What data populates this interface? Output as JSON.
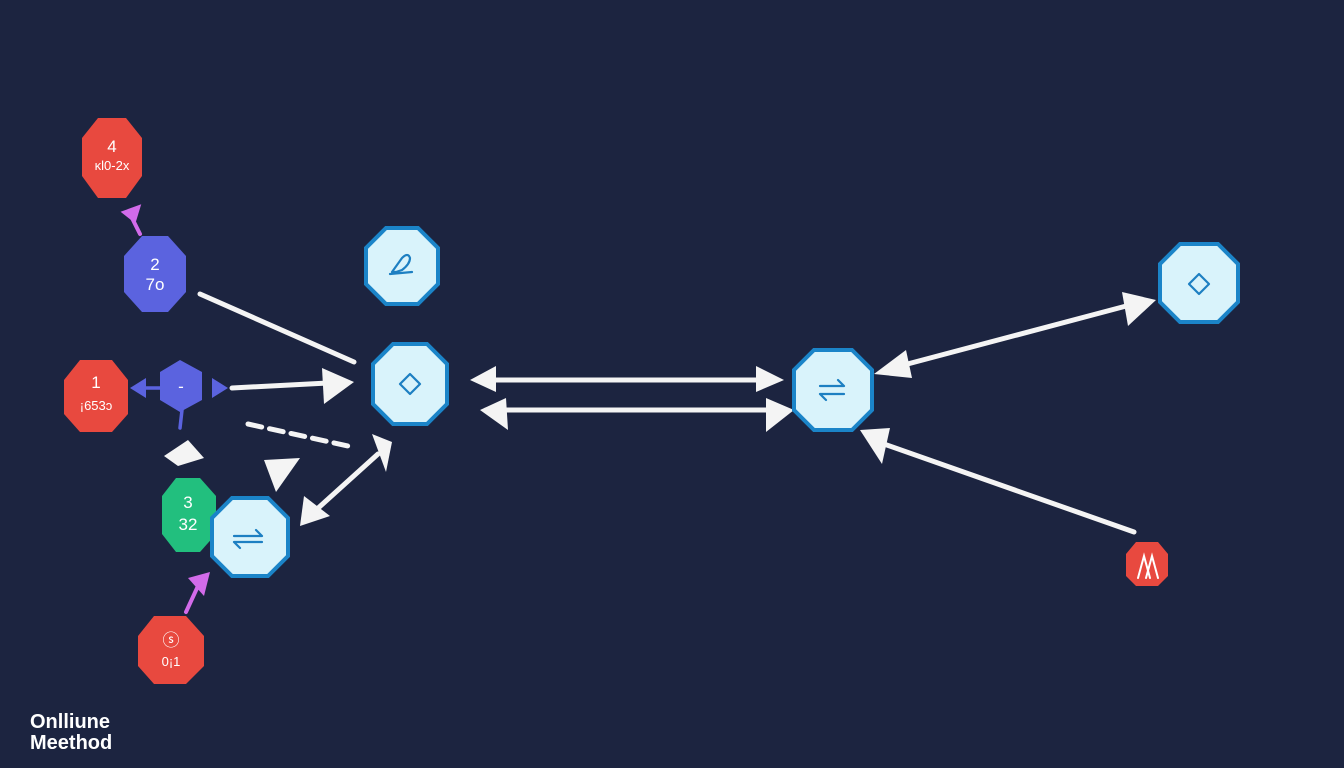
{
  "caption": {
    "line1": "Onlliune",
    "line2": "Meethod"
  },
  "nodes": {
    "red_top": {
      "line1": "4",
      "line2": "ĸl0-2x"
    },
    "purple_top": {
      "line1": "2",
      "line2": "7o"
    },
    "red_mid": {
      "line1": "1",
      "line2": "¡653ɔ"
    },
    "purple_mid": {
      "line1": "-"
    },
    "green": {
      "line1": "3",
      "line2": "32"
    },
    "red_bottom": {
      "line1": "ⓢ",
      "line2": "0¡1"
    }
  },
  "colors": {
    "background": "#1c2440",
    "red": "#e8493f",
    "purple": "#5b63df",
    "green": "#22bf7e",
    "hub_fill": "#d9f3fb",
    "hub_stroke": "#1b84c8",
    "edge_white": "#f4f4f4",
    "edge_pink": "#d26bea"
  },
  "icons": {
    "hub_top": "pencil-icon",
    "hub_center": "diamond-icon",
    "hub_right": "swap-arrows-icon",
    "hub_far_right": "diamond-icon",
    "hub_bottom_left": "swap-arrows-icon",
    "small_red_right": "up-arrows-icon"
  }
}
